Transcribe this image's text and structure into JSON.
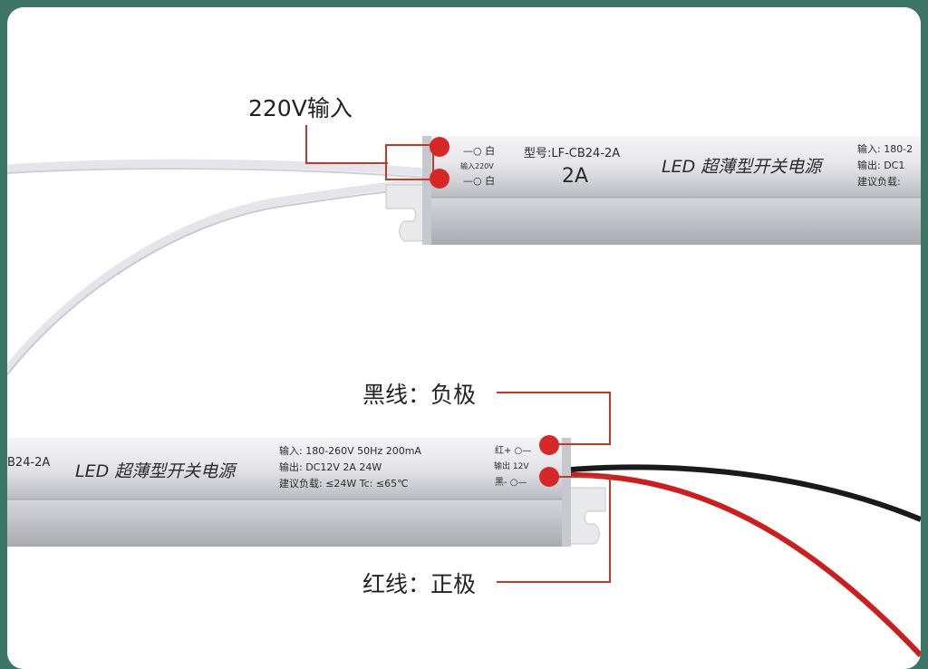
{
  "callouts": {
    "input": "220V输入",
    "black_wire": "黑线：负极",
    "red_wire": "红线：正极"
  },
  "top_driver": {
    "terminal_top": "—○ 白",
    "terminal_mid": "输入220V",
    "terminal_bottom": "—○ 白",
    "model": "型号:LF-CB24-2A",
    "current": "2A",
    "title": "LED 超薄型开关电源",
    "spec_input": "输入: 180-2",
    "spec_output": "输出: DC1",
    "spec_load": "建议负载:"
  },
  "bottom_driver": {
    "model_fragment": "B24-2A",
    "title": "LED 超薄型开关电源",
    "spec_input": "输入: 180-260V  50Hz   200mA",
    "spec_output": "输出: DC12V  2A  24W",
    "spec_load": "建议负载: ≤24W    Tc: ≤65℃",
    "terminal_red": "红+ ○—",
    "terminal_mid": "输出 12V",
    "terminal_black": "黑- ○—"
  },
  "colors": {
    "border": "#3d7567",
    "marker": "#d62828",
    "leader": "#c0392b",
    "red_wire": "#c91f1f",
    "black_wire": "#1a1a1a",
    "white_wire": "#e4e4ea"
  }
}
